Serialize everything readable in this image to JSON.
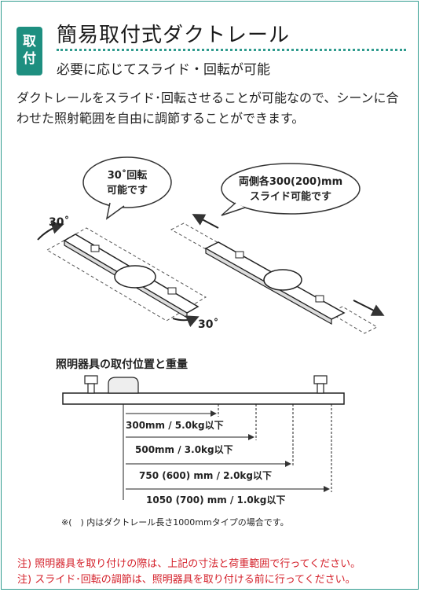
{
  "badge": {
    "line1": "取",
    "line2": "付"
  },
  "title": "簡易取付式ダクトレール",
  "subtitle": "必要に応じてスライド・回転が可能",
  "description": "ダクトレールをスライド･回転させることが可能なので、シーンに合わせた照射範囲を自由に調節することができます。",
  "rotation": {
    "bubble_line1": "30˚回転",
    "bubble_line2": "可能です",
    "angle_left": "30˚",
    "angle_right": "30˚"
  },
  "slide": {
    "bubble_line1": "両側各300(200)mm",
    "bubble_line2": "スライド可能です"
  },
  "diagram": {
    "title": "照明器具の取付位置と重量",
    "dims": [
      {
        "label": "300mm / 5.0kg以下",
        "length_mm": 300
      },
      {
        "label": "500mm / 3.0kg以下",
        "length_mm": 500
      },
      {
        "label": "750 (600) mm / 2.0kg以下",
        "length_mm": 750
      },
      {
        "label": "1050 (700) mm / 1.0kg以下",
        "length_mm": 1050
      }
    ],
    "footnote": "※(　) 内はダクトレール長さ1000mmタイプの場合です。"
  },
  "notes": [
    "注) 照明器具を取り付けの際は、上記の寸法と荷重範囲で行ってください。",
    "注) スライド･回転の調節は、照明器具を取り付ける前に行ってください。"
  ],
  "colors": {
    "accent": "#1e8f80",
    "note_red": "#d4202a"
  }
}
